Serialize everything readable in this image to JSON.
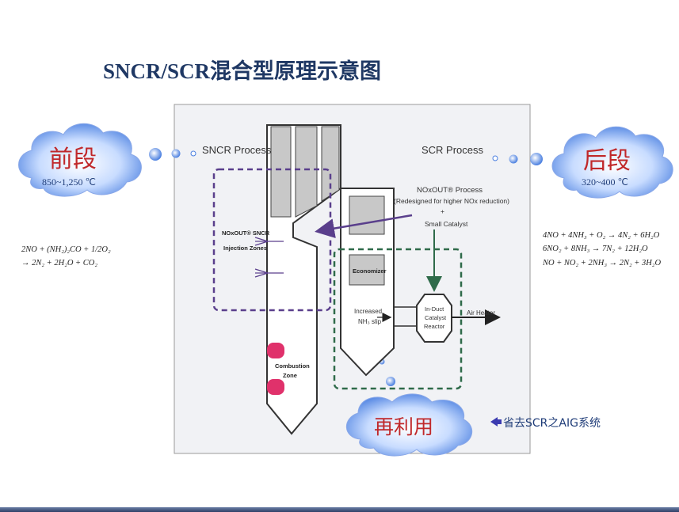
{
  "title": "SNCR/SCR混合型原理示意图",
  "clouds": {
    "front": {
      "label": "前段",
      "temp": "850~1,250 ℃"
    },
    "rear": {
      "label": "后段",
      "temp": "320~400 ℃"
    },
    "reuse": {
      "label": "再利用"
    }
  },
  "equations": {
    "left": [
      "2NO + (NH₂)₂CO + 1/2O₂",
      "→ 2N₂ + 2H₂O + CO₂"
    ],
    "right": [
      "4NO + 4NH₃ + O₂ → 4N₂ + 6H₂O",
      "6NO₂ + 8NH₃ → 7N₂ + 12H₂O",
      "NO + NO₂ + 2NH₃ → 2N₂ + 3H₂O"
    ]
  },
  "note": "省去SCR之AIG系统",
  "diagram": {
    "sncr_process": "SNCR Process",
    "scr_process": "SCR Process",
    "noxout_sncr": [
      "NOxOUT® SNCR",
      "Injection Zones"
    ],
    "noxout_process": [
      "NOxOUT® Process",
      "(Redesigned for higher NOx reduction)",
      "+",
      "Small Catalyst"
    ],
    "economizer": "Economizer",
    "increased_slip": [
      "Increased",
      "NH₃ slip"
    ],
    "in_duct": [
      "In-Duct",
      "Catalyst",
      "Reactor"
    ],
    "air_heater": "Air Heater",
    "combustion_zone": [
      "Combustion",
      "Zone"
    ]
  },
  "colors": {
    "title": "#1f3864",
    "cloud_text": "#c0282a",
    "sncr_box": "#5a3f8c",
    "scr_box": "#2f6b4a",
    "burner": "#e0316b"
  }
}
